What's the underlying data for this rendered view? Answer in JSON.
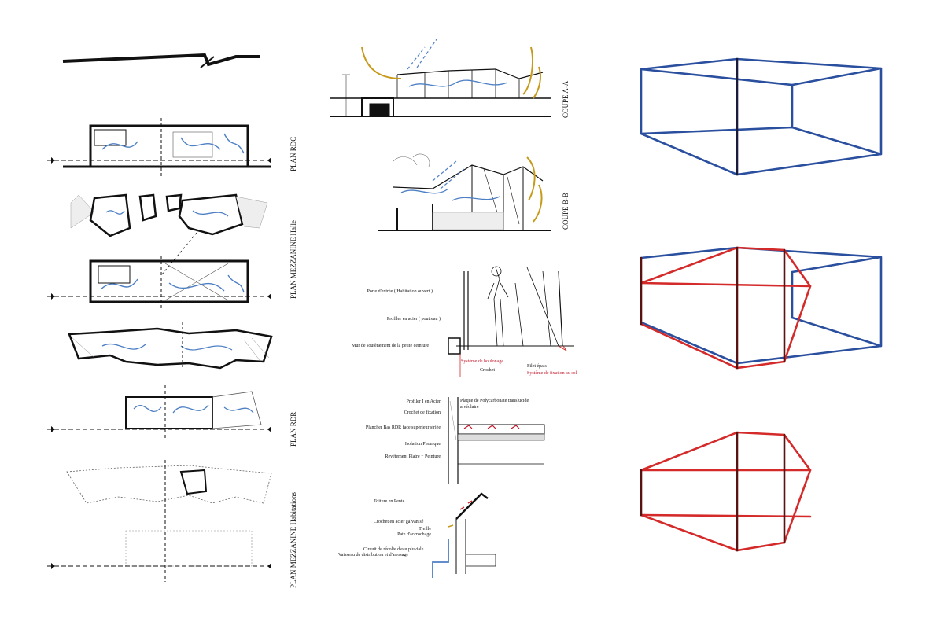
{
  "plans": {
    "rdc_label": "PLAN RDC",
    "mezz_halle_label": "PLAN MEZZANINE Halle",
    "rdr_label": "PLAN RDR",
    "mezz_hab_label": "PLAN MEZZANINE Habitations"
  },
  "sections": {
    "coupe_aa": "COUPE A-A",
    "coupe_bb": "COUPE B-B"
  },
  "details": {
    "porte": "Porte d'entrée ( Habitation ouvert )",
    "profiler_poteau": "Profiler en acier ( poutreau )",
    "mur": "Mur de soutènement de la petite ceinture",
    "boulonnage": "Système de boulonage",
    "crochet1": "Crochet",
    "filet": "Filet épais",
    "fixation_sol": "Système de fixation au sol",
    "profiler_i": "Profiler I en Acier",
    "crochet_fixation": "Crochet de fixation",
    "plaque": "Plaque de Polycarbonate translucide alvéolaire",
    "plancher": "Plancher Bas RDR face supérieur striée",
    "isolation": "Isolation Phonique",
    "revetement": "Revêtement Platre + Peinture",
    "toiture": "Toiture en Pente",
    "crochet_galva": "Crochet en acier galvanisé",
    "treille": "Treille",
    "pate": "Pate d'accrochage",
    "circuit": "Circuit de récolte d'eau pluviale",
    "vaisseau": "Vaisseau de distribution et d'arrosage"
  },
  "colors": {
    "ink": "#111111",
    "blue": "#2a4f9e",
    "red": "#d42a2a",
    "dark_red": "#5a1212",
    "sketch_blue": "#4d7fc4",
    "sketch_yellow": "#c79a1c"
  }
}
